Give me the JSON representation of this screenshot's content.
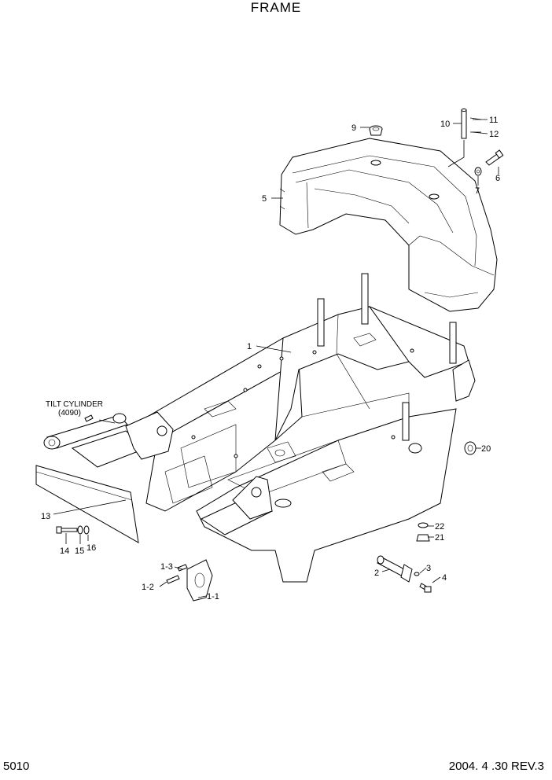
{
  "title": "FRAME",
  "page_number": "5010",
  "revision": "2004. 4 .30 REV.3",
  "callouts": {
    "tilt_cylinder": "TILT CYLINDER",
    "tilt_ref": "(4090)",
    "p1": "1",
    "p1_1": "1-1",
    "p1_2": "1-2",
    "p1_3": "1-3",
    "p2": "2",
    "p3": "3",
    "p4": "4",
    "p5": "5",
    "p6": "6",
    "p7": "7",
    "p9": "9",
    "p10": "10",
    "p11": "11",
    "p12": "12",
    "p13": "13",
    "p14": "14",
    "p15": "15",
    "p16": "16",
    "p20": "20",
    "p21": "21",
    "p22": "22"
  }
}
